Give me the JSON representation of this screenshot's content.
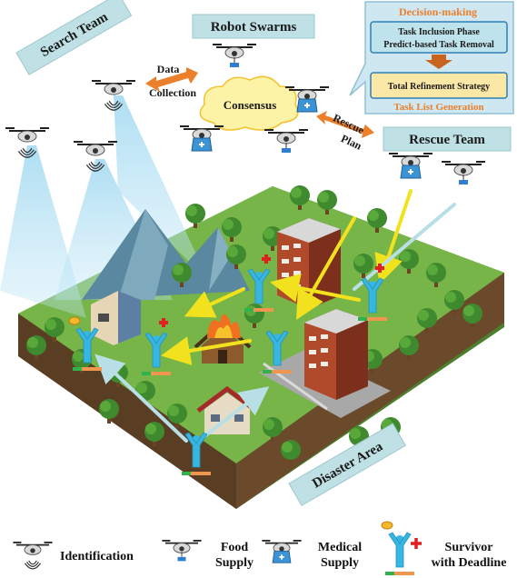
{
  "labels": {
    "robot_swarms": "Robot Swarms",
    "search_team": "Search Team",
    "rescue_team": "Rescue Team",
    "disaster_area": "Disaster Area",
    "consensus": "Consensus",
    "data_collection_1": "Data",
    "data_collection_2": "Collection",
    "rescue_plan_1": "Rescue",
    "rescue_plan_2": "Plan"
  },
  "decision_panel": {
    "title": "Decision-making",
    "box1_line1": "Task Inclusion Phase",
    "box1_line2": "Predict-based Task Removal",
    "box2": "Total Refinement Strategy",
    "footer": "Task List Generation"
  },
  "legend": {
    "identification": "Identification",
    "food_1": "Food",
    "food_2": "Supply",
    "medical_1": "Medical",
    "medical_2": "Supply",
    "survivor_1": "Survivor",
    "survivor_2": "with Deadline"
  },
  "colors": {
    "label_box": "#bfe0e4",
    "label_border": "#9cc7cc",
    "decision_bg": "#cfe7f1",
    "orange": "#ec7f2a",
    "ground_green": "#6fae43",
    "survivor": "#36b6e0",
    "red_cross": "#e02020"
  }
}
